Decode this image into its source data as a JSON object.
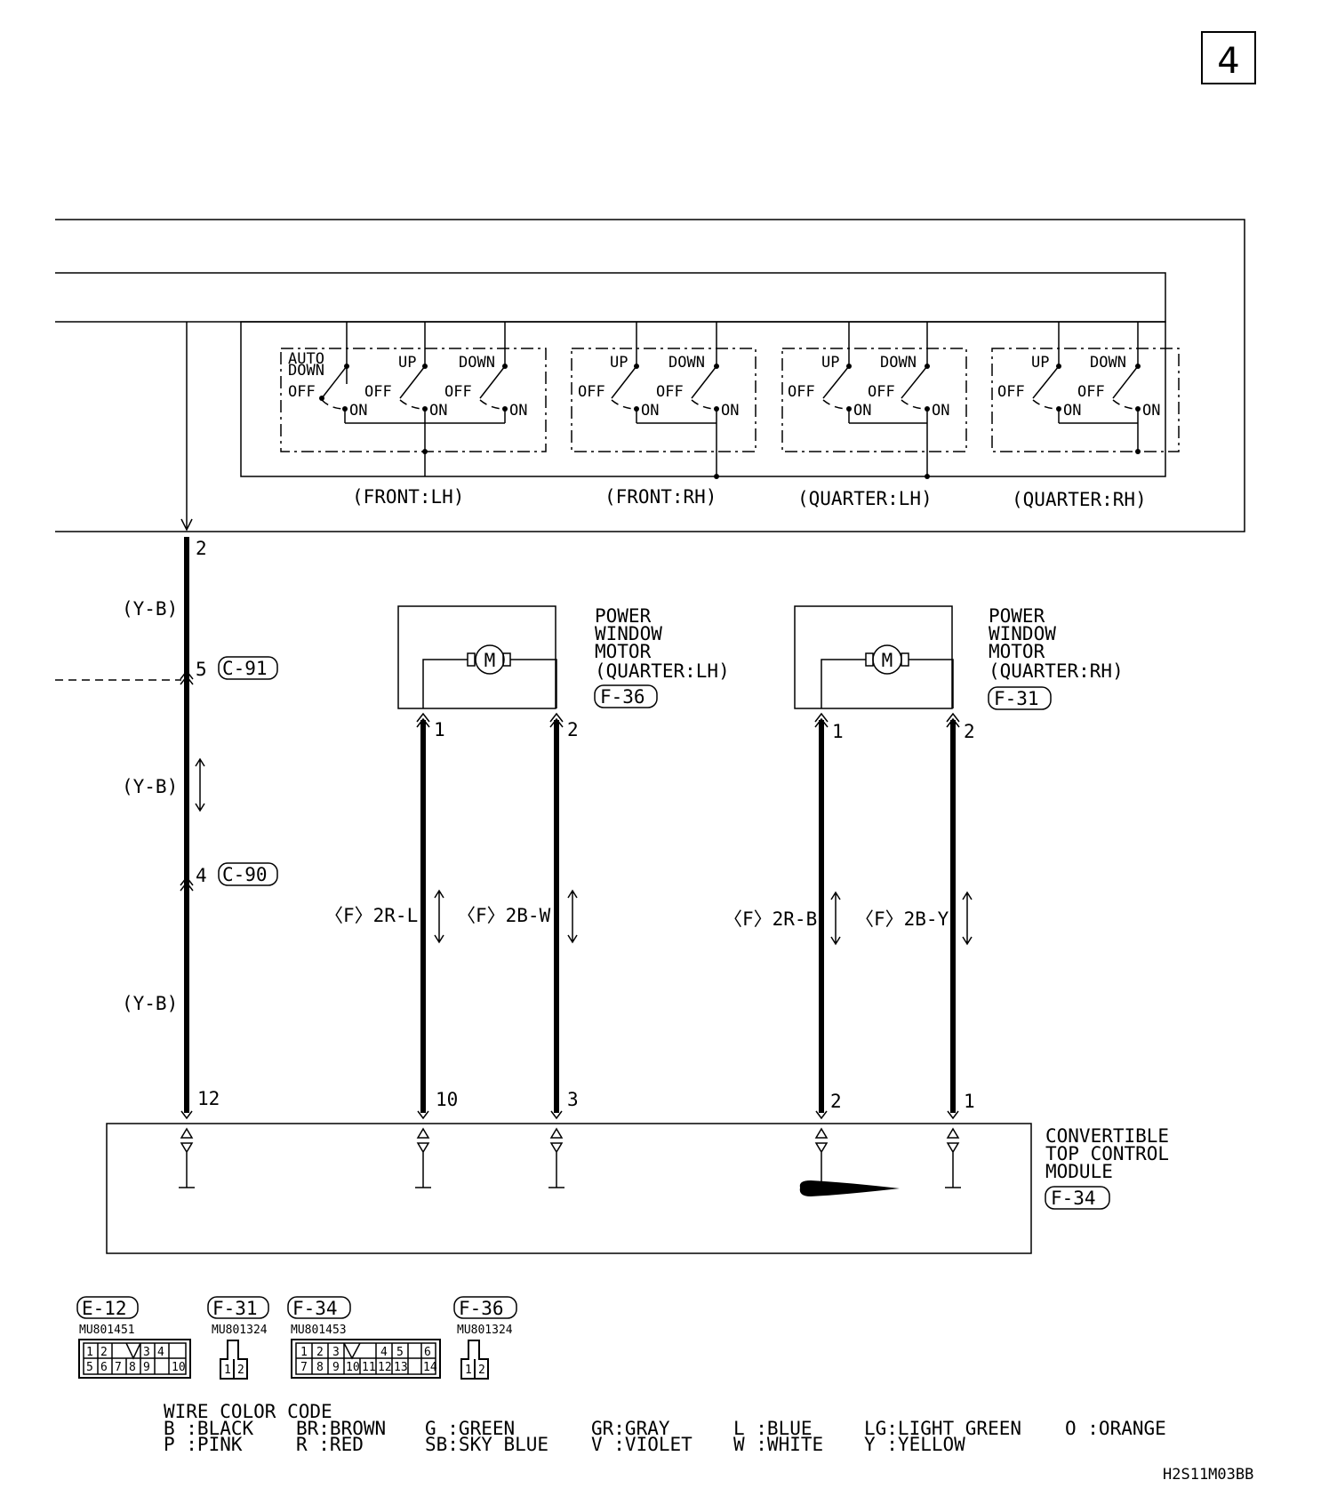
{
  "page_number": "4",
  "switch_groups": {
    "front_lh": "(FRONT:LH)",
    "front_rh": "(FRONT:RH)",
    "quarter_lh": "(QUARTER:LH)",
    "quarter_rh": "(QUARTER:RH)"
  },
  "switch_labels": {
    "auto_down_1": "AUTO",
    "auto_down_2": "DOWN",
    "up": "UP",
    "down": "DOWN",
    "off": "OFF",
    "on": "ON"
  },
  "left_wire": {
    "pin_top": "2",
    "color": "(Y-B)",
    "pin_c91": "5",
    "conn_c91": "C-91",
    "pin_c90": "4",
    "conn_c90": "C-90",
    "pin_bottom": "12"
  },
  "motor_lh": {
    "title_1": "POWER",
    "title_2": "WINDOW",
    "title_3": "MOTOR",
    "title_4": "(QUARTER:LH)",
    "connector": "F-36",
    "pin_1": "1",
    "pin_2": "2",
    "wire_1": "〈F〉2R-L",
    "wire_2": "〈F〉2B-W",
    "module_pin_1": "10",
    "module_pin_2": "3",
    "symbol": "M"
  },
  "motor_rh": {
    "title_1": "POWER",
    "title_2": "WINDOW",
    "title_3": "MOTOR",
    "title_4": "(QUARTER:RH)",
    "connector": "F-31",
    "pin_1": "1",
    "pin_2": "2",
    "wire_1": "〈F〉2R-B",
    "wire_2": "〈F〉2B-Y",
    "module_pin_1": "2",
    "module_pin_2": "1",
    "symbol": "M"
  },
  "module": {
    "title_1": "CONVERTIBLE",
    "title_2": "TOP CONTROL",
    "title_3": "MODULE",
    "connector": "F-34"
  },
  "connectors": [
    {
      "id": "E-12",
      "part": "MU801451",
      "row1": [
        "1",
        "2",
        "",
        "3",
        "4"
      ],
      "row2": [
        "5",
        "6",
        "7",
        "8",
        "9",
        "10"
      ]
    },
    {
      "id": "F-31",
      "part": "MU801324",
      "row1": [
        "1",
        "2"
      ]
    },
    {
      "id": "F-34",
      "part": "MU801453",
      "row1": [
        "1",
        "2",
        "3",
        "",
        "4",
        "5",
        "6"
      ],
      "row2": [
        "7",
        "8",
        "9",
        "10",
        "11",
        "12",
        "13",
        "14"
      ]
    },
    {
      "id": "F-36",
      "part": "MU801324",
      "row1": [
        "1",
        "2"
      ]
    }
  ],
  "wire_color_code": {
    "title": "WIRE COLOR CODE",
    "entries": [
      "B :BLACK",
      "P :PINK",
      "BR:BROWN",
      "R :RED",
      "G :GREEN",
      "SB:SKY BLUE",
      "GR:GRAY",
      "V :VIOLET",
      "L :BLUE",
      "W :WHITE",
      "LG:LIGHT GREEN",
      "Y :YELLOW",
      "O :ORANGE"
    ]
  },
  "drawing_code": "H2S11M03BB"
}
